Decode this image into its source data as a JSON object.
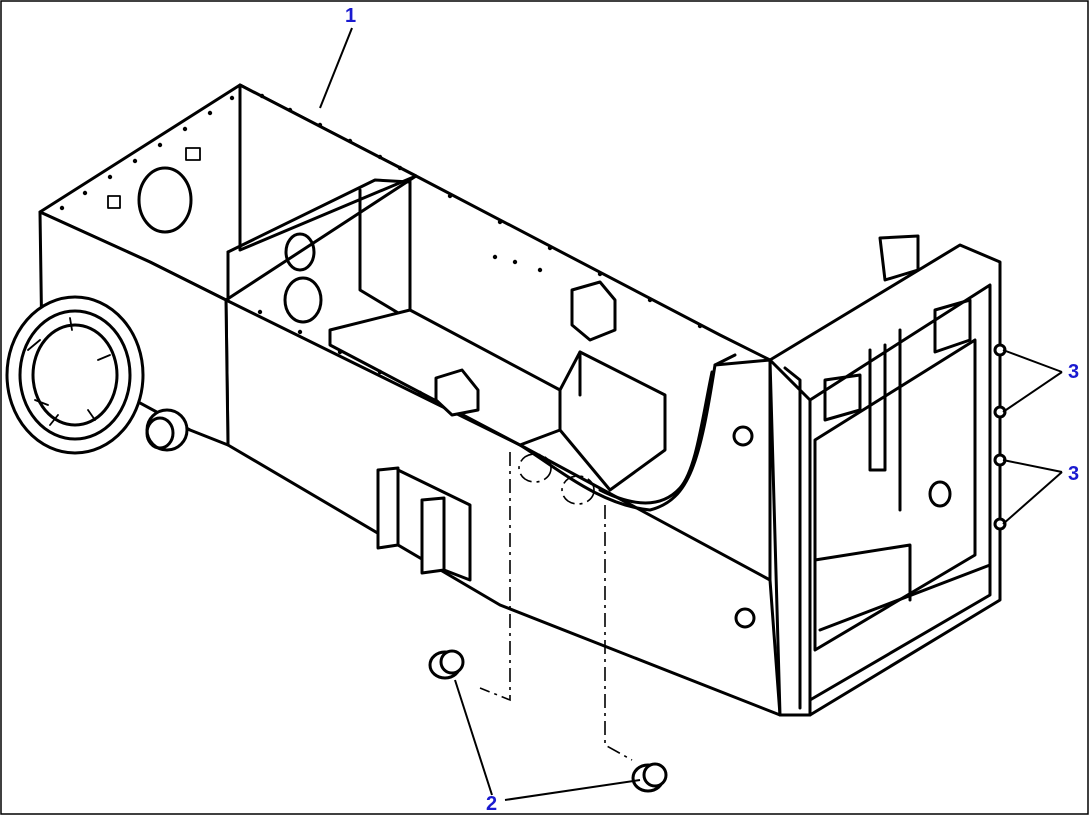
{
  "callouts": [
    {
      "id": "1",
      "label": "1"
    },
    {
      "id": "2",
      "label": "2"
    },
    {
      "id": "3a",
      "label": "3"
    },
    {
      "id": "3b",
      "label": "3"
    }
  ],
  "colors": {
    "line": "#000000",
    "callout": "#1a1ad0",
    "background": "#ffffff"
  }
}
